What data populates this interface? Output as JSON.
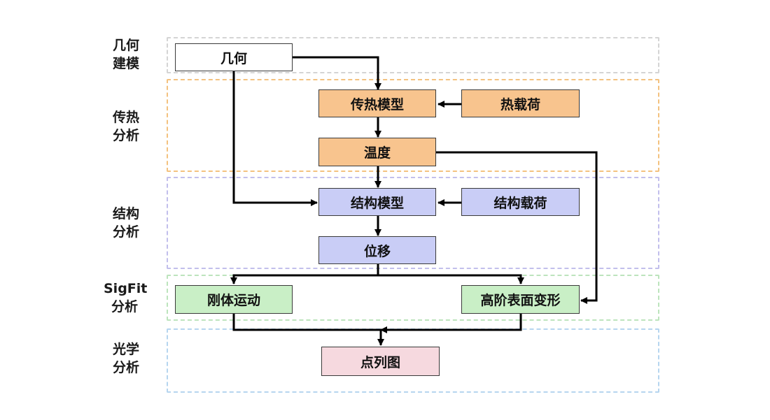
{
  "lanes": {
    "geometry": [
      "几何",
      "建模"
    ],
    "thermal": [
      "传热",
      "分析"
    ],
    "structural": [
      "结构",
      "分析"
    ],
    "sigfit": [
      "SigFit",
      "分析"
    ],
    "optical": [
      "光学",
      "分析"
    ]
  },
  "nodes": {
    "geometry": "几何",
    "heat_transfer_model": "传热模型",
    "thermal_load": "热载荷",
    "temperature": "温度",
    "structural_model": "结构模型",
    "structural_load": "结构载荷",
    "displacement": "位移",
    "rigid_body_motion": "刚体运动",
    "high_order_surface_deformation": "高阶表面变形",
    "spot_diagram": "点列图"
  },
  "colors": {
    "orange": "#f8c48e",
    "purple": "#c9cdf6",
    "green": "#c9efc6",
    "pink": "#f6d9df",
    "arrow": "#000000"
  }
}
